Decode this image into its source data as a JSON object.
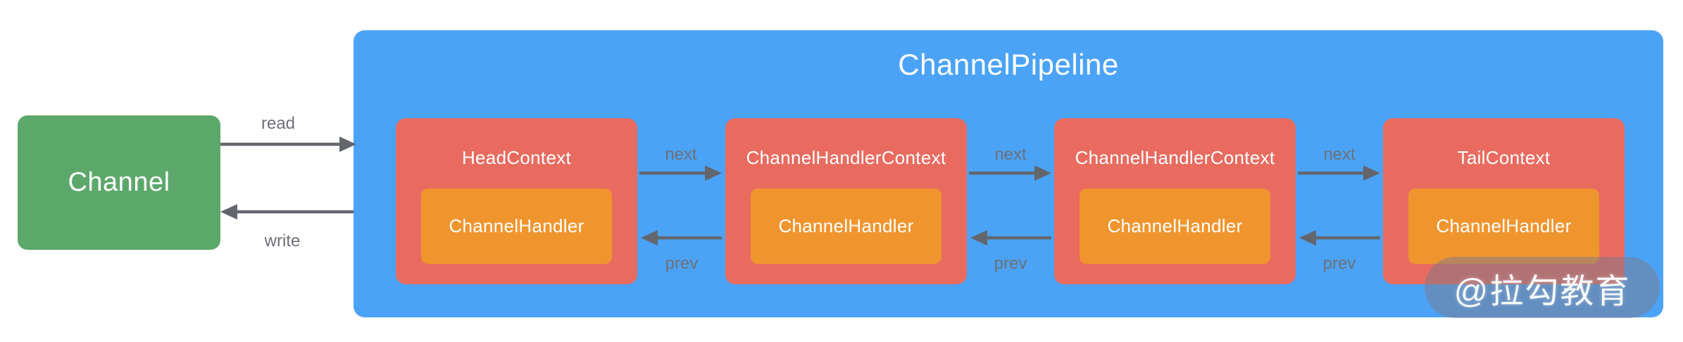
{
  "channel": {
    "label": "Channel"
  },
  "pipeline": {
    "title": "ChannelPipeline",
    "contexts": [
      {
        "title": "HeadContext",
        "handler": "ChannelHandler"
      },
      {
        "title": "ChannelHandlerContext",
        "handler": "ChannelHandler"
      },
      {
        "title": "ChannelHandlerContext",
        "handler": "ChannelHandler"
      },
      {
        "title": "TailContext",
        "handler": "ChannelHandler"
      }
    ]
  },
  "labels": {
    "read": "read",
    "write": "write",
    "next": "next",
    "prev": "prev"
  },
  "watermark": {
    "text": "@拉勾教育"
  },
  "colors": {
    "channel_green": "#5CA86B",
    "pipeline_blue": "#4BA3F7",
    "context_red": "#E96B5F",
    "handler_orange": "#F0952E",
    "arrow_gray": "#64666E",
    "label_gray": "#6E7077",
    "watermark_overlay": "rgba(124,122,138,0.5)",
    "text_white": "#FFFFFF",
    "background": "#FFFFFF"
  }
}
